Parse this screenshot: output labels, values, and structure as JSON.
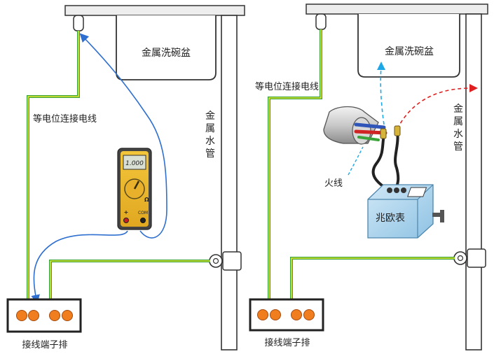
{
  "left_panel": {
    "sink_label": "金属洗碗盆",
    "wire_label": "等电位连接电线",
    "pipe_label": [
      "金",
      "属",
      "水",
      "管"
    ],
    "terminal_label": "接线端子排",
    "meter": {
      "display": "1.000",
      "ohm_symbol": "Ω",
      "plus": "+",
      "com": "COM"
    }
  },
  "right_panel": {
    "sink_label": "金属洗碗盆",
    "wire_label": "等电位连接电线",
    "pipe_label": [
      "金",
      "属",
      "水",
      "管"
    ],
    "terminal_label": "接线端子排",
    "live_label": "火线",
    "megger_label": "兆欧表"
  },
  "colors": {
    "earth_green": "#3aa43a",
    "earth_yellow": "#e6e62e",
    "test_lead_blue": "#2f6fd0",
    "dashed_blue": "#1ea7e6",
    "dashed_red": "#e02020",
    "terminal_orange": "#f07d1e",
    "megger_body": "#a9d4ec"
  }
}
